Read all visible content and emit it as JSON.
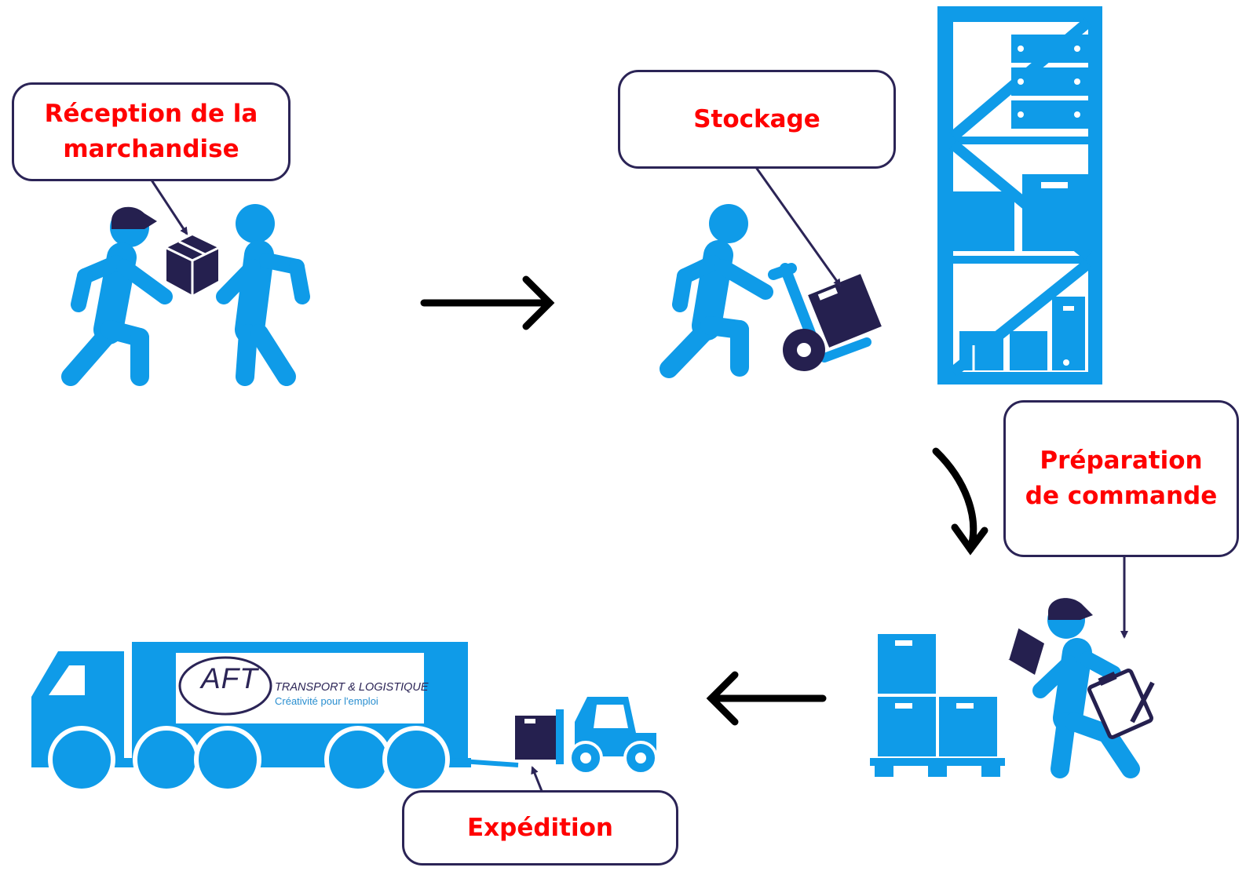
{
  "colors": {
    "figure_blue": "#0f9be8",
    "box_navy": "#25204f",
    "label_red": "#ff0000",
    "label_border": "#2b2456",
    "arrow_black": "#000000"
  },
  "steps": [
    {
      "id": "reception",
      "lines": [
        "Réception de la",
        "marchandise"
      ]
    },
    {
      "id": "stockage",
      "lines": [
        "Stockage"
      ]
    },
    {
      "id": "preparation",
      "lines": [
        "Préparation",
        "de commande"
      ]
    },
    {
      "id": "expedition",
      "lines": [
        "Expédition"
      ]
    }
  ],
  "truck_logo": {
    "brand": "AFT",
    "line1": "TRANSPORT & LOGISTIQUE",
    "line2": "Créativité pour l'emploi"
  },
  "icons": [
    "worker-handover-icon",
    "cardboard-box-icon",
    "hand-truck-worker-icon",
    "storage-rack-icon",
    "curved-arrow-down-icon",
    "pallet-boxes-icon",
    "clipboard-worker-icon",
    "forklift-icon",
    "truck-icon",
    "arrow-right-icon",
    "arrow-left-icon"
  ]
}
